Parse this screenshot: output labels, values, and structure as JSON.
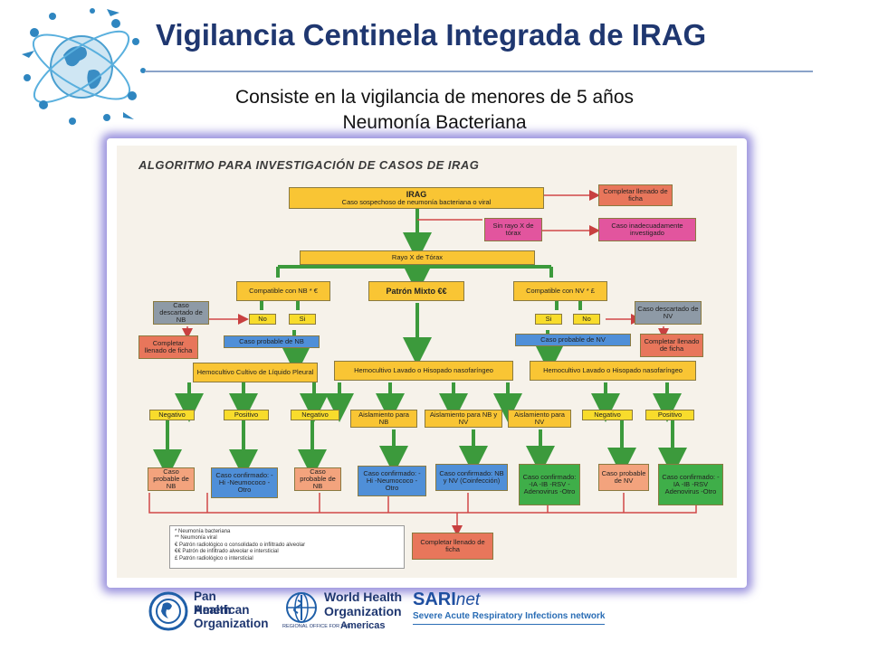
{
  "slide": {
    "title": "Vigilancia Centinela Integrada de IRAG",
    "subtitle_line1": "Consiste en la vigilancia de menores de 5 años",
    "subtitle_line2": "Neumonía Bacteriana"
  },
  "algorithm": {
    "heading": "ALGORITMO PARA INVESTIGACIÓN DE CASOS DE IRAG",
    "nodes": {
      "irag_title": "IRAG",
      "irag_text": "Caso sospechoso de neumonía bacteriana o viral",
      "completar_top": "Completar llenado de ficha",
      "sin_rayo": "Sin rayo X de tórax",
      "caso_inadecuado": "Caso inadecuadamente investigado",
      "rayo_x": "Rayo X de Tórax",
      "compatible_nb": "Compatible con NB * €",
      "patron_mixto": "Patrón Mixto €€",
      "compatible_nv": "Compatible con NV * £",
      "caso_descartado_nb": "Caso descartado de NB",
      "no_left": "No",
      "si_left": "Si",
      "si_right": "Si",
      "no_right": "No",
      "caso_descartado_nv": "Caso descartado de NV",
      "completar_left": "Completar llenado de ficha",
      "caso_probable_nb_label": "Caso probable de NB",
      "caso_probable_nv_label": "Caso probable de NV",
      "completar_right": "Completar llenado de ficha",
      "hemo_pleural": "Hemocultivo Cultivo de Líquido Pleural",
      "hemo_lavado_mid": "Hemocultivo Lavado o Hisopado nasofaríngeo",
      "hemo_lavado_right": "Hemocultivo Lavado o Hisopado nasofaríngeo",
      "negativo_1": "Negativo",
      "positivo_1": "Positivo",
      "negativo_2": "Negativo",
      "aislamiento_nb": "Aislamiento para NB",
      "aislamiento_nb_nv": "Aislamiento para NB y NV",
      "aislamiento_nv": "Aislamiento para NV",
      "negativo_3": "Negativo",
      "positivo_2": "Positivo",
      "caso_probable_nb_1": "Caso probable de NB",
      "confirmado_hi_1": "Caso confirmado: -Hi -Neumococo -Otro",
      "caso_probable_nb_2": "Caso probable de NB",
      "confirmado_hi_2": "Caso confirmado: -Hi -Neumococo -Otro",
      "confirmado_coinf": "Caso confirmado: NB y NV (Coinfección)",
      "confirmado_virus_1": "Caso confirmado: -IA -IB -RSV -Adenovirus -Otro",
      "caso_probable_nv": "Caso probable de NV",
      "confirmado_virus_2": "Caso confirmado: -IA -IB -RSV Adenovirus -Otro",
      "completar_bottom": "Completar llenado de ficha"
    },
    "legend": [
      "* Neumonía bacteriana",
      "** Neumonía viral",
      "€ Patrón radiológico o consolidado o infiltrado alveolar",
      "€€ Patrón de infiltrado alveolar e intersticial",
      "£ Patrón radiológico o intersticial"
    ]
  },
  "footer": {
    "paho_line1": "Pan American",
    "paho_line2": "Health",
    "paho_line3": "Organization",
    "who_line1": "World Health",
    "who_line2": "Organization",
    "who_region": "REGIONAL OFFICE FOR THE",
    "who_americas": "Americas",
    "sari_bold": "SARI",
    "sari_net": "net",
    "sari_full": "Severe Acute Respiratory Infections network"
  },
  "colors": {
    "title": "#1f3770",
    "frame_glow": "#786ed2",
    "yellow": "#f9c534",
    "red": "#e8765b",
    "pink": "#e2559e",
    "grey": "#8e9aa6",
    "blue": "#4f8fd8",
    "green": "#3fae49",
    "salmon": "#f3a37d",
    "arrow_green": "#3c9a3c"
  }
}
